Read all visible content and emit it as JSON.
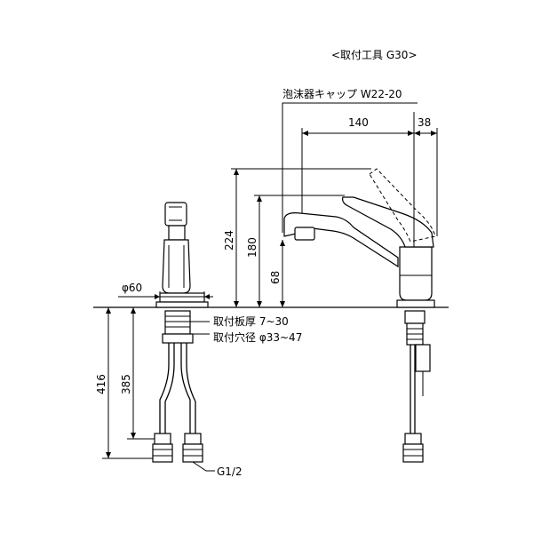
{
  "title": "<取付工具 G30>",
  "labels": {
    "aerator_cap": "泡沫器キャップ W22-20",
    "plate_thickness": "取付板厚 7~30",
    "hole_diameter": "取付穴径 φ33~47",
    "thread": "G1/2"
  },
  "dimensions": {
    "spout_reach": "140",
    "lever_offset": "38",
    "total_height": "224",
    "spout_height": "180",
    "base_height": "68",
    "base_diameter": "φ60",
    "hose_length_total": "416",
    "hose_length_fitting": "385"
  }
}
